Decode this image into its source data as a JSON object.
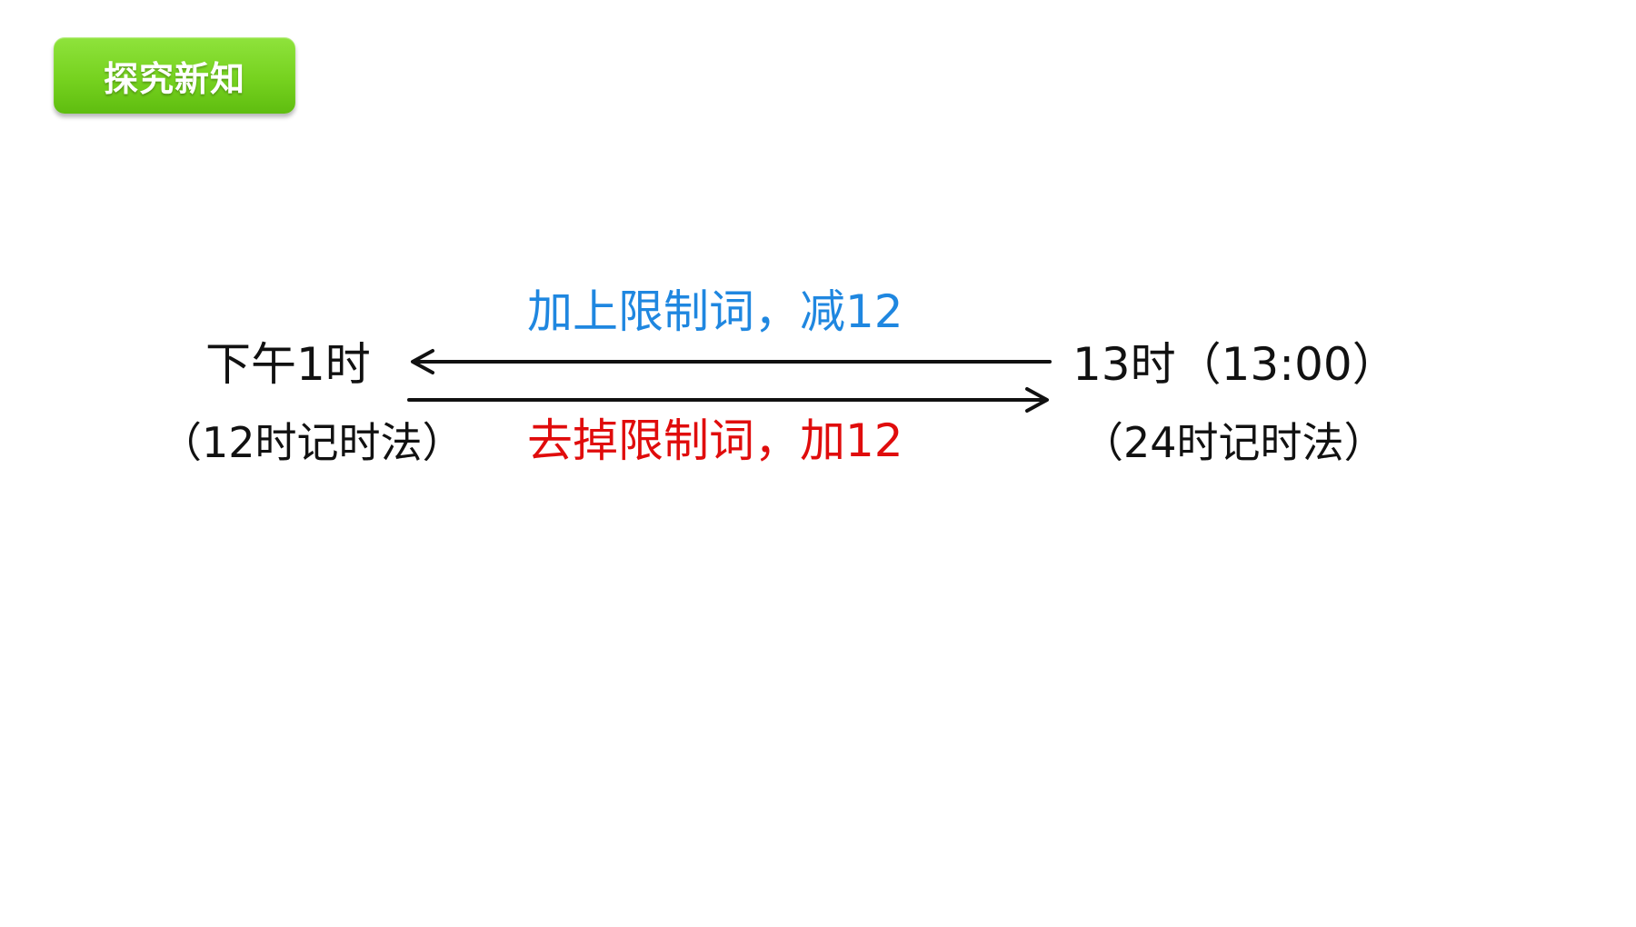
{
  "header": {
    "badge_label": "探究新知",
    "badge_color": "#76d21f"
  },
  "conversion": {
    "left_time": "下午1时",
    "left_caption": "（12时记时法）",
    "right_time": "13时（13:00）",
    "right_caption": "（24时记时法）",
    "to_left_rule": "加上限制词，减12",
    "to_right_rule": "去掉限制词，加12",
    "to_left_rule_color": "#1f87e0",
    "to_right_rule_color": "#e00c0c"
  },
  "icons": {
    "arrow_left": "arrow-left-icon",
    "arrow_right": "arrow-right-icon"
  }
}
